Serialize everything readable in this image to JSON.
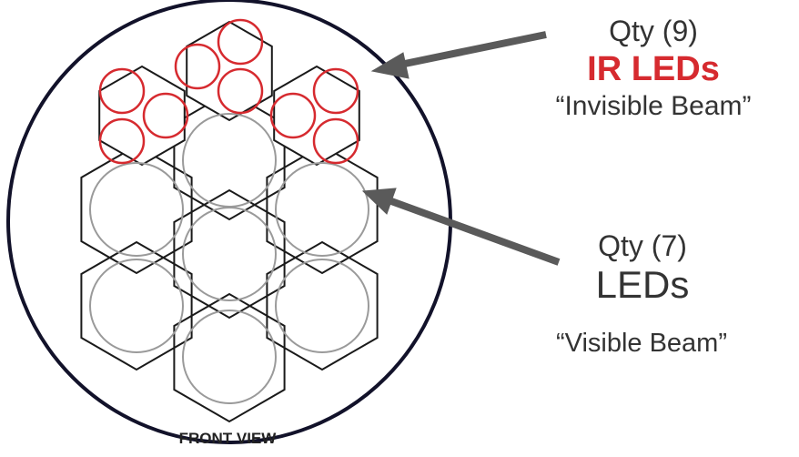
{
  "colors": {
    "ir_accent": "#d62a2f",
    "text": "#333333",
    "outline": "#1a1a1a",
    "housing": "#12122a",
    "visible_led": "#9a9a9a",
    "arrow": "#5a5a5a"
  },
  "ir_callout": {
    "qty": "Qty (9)",
    "name": "IR LEDs",
    "description": "“Invisible Beam”"
  },
  "visible_callout": {
    "qty": "Qty (7)",
    "name": "LEDs",
    "description": "“Visible Beam”"
  },
  "caption": "FRONT VIEW"
}
